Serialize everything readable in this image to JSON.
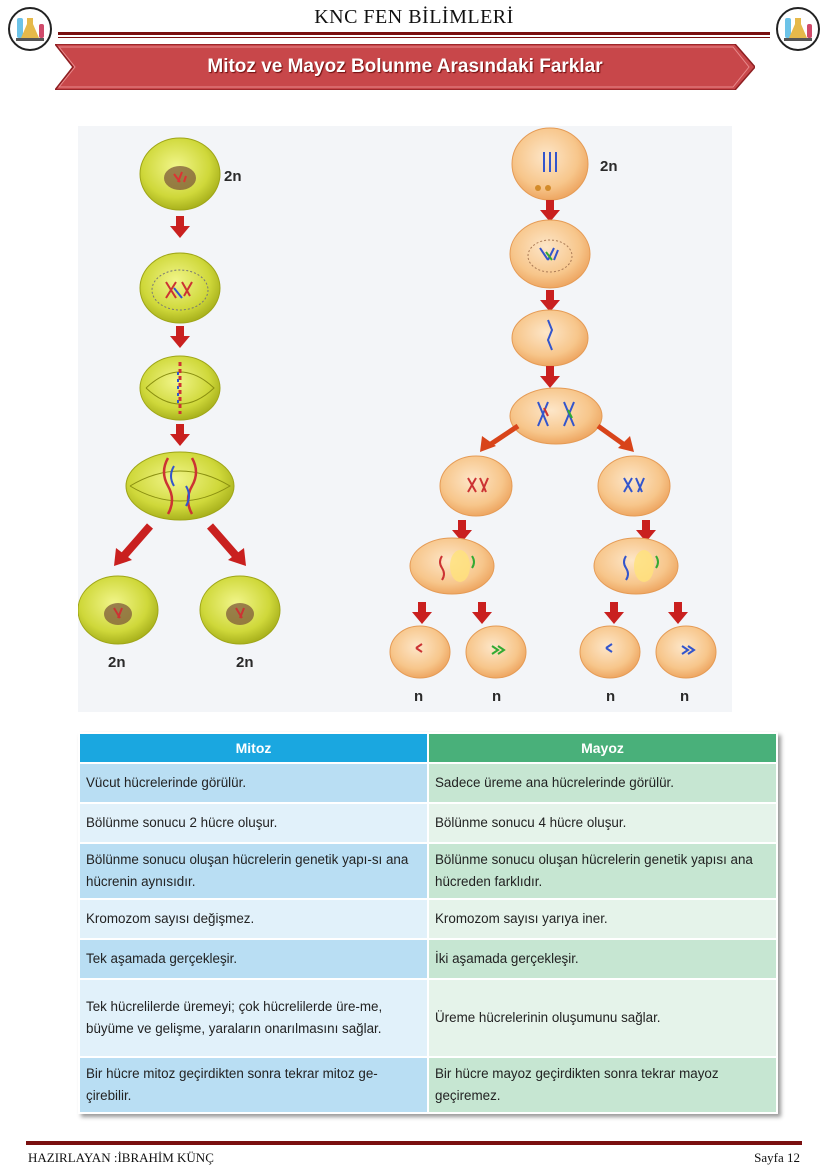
{
  "header": {
    "title": "KNC FEN BİLİMLERİ",
    "banner": "Mitoz ve Mayoz Bolunme Arasındaki Farklar"
  },
  "figure": {
    "mitosis_labels": [
      "2n",
      "2n",
      "2n"
    ],
    "meiosis_labels": [
      "2n",
      "n",
      "n",
      "n",
      "n"
    ]
  },
  "table": {
    "headers": [
      "Mitoz",
      "Mayoz"
    ],
    "rows": [
      [
        "Vücut hücrelerinde görülür.",
        "Sadece üreme ana hücrelerinde görülür."
      ],
      [
        "Bölünme sonucu 2 hücre oluşur.",
        "Bölünme sonucu 4 hücre oluşur."
      ],
      [
        "Bölünme sonucu oluşan hücrelerin genetik yapı-sı ana hücrenin aynısıdır.",
        "Bölünme sonucu oluşan hücrelerin genetik yapısı ana hücreden farklıdır."
      ],
      [
        "Kromozom sayısı değişmez.",
        "Kromozom sayısı yarıya iner."
      ],
      [
        "Tek aşamada gerçekleşir.",
        "İki aşamada gerçekleşir."
      ],
      [
        "Tek hücrelilerde üremeyi; çok hücrelilerde üre-me, büyüme ve gelişme, yaraların onarılmasını sağlar.",
        "Üreme hücrelerinin oluşumunu sağlar."
      ],
      [
        "Bir hücre mitoz geçirdikten sonra tekrar mitoz ge-çirebilir.",
        "Bir hücre mayoz geçirdikten sonra tekrar mayoz geçiremez."
      ]
    ]
  },
  "footer": {
    "author": "HAZIRLAYAN :İBRAHİM KÜNÇ",
    "page": "Sayfa 12"
  },
  "colors": {
    "banner": "#c8474a",
    "rule": "#7a1010",
    "mitoz_header": "#1aa7e0",
    "mayoz_header": "#49b07a"
  },
  "icons": [
    "lab-flask-logo-icon"
  ]
}
